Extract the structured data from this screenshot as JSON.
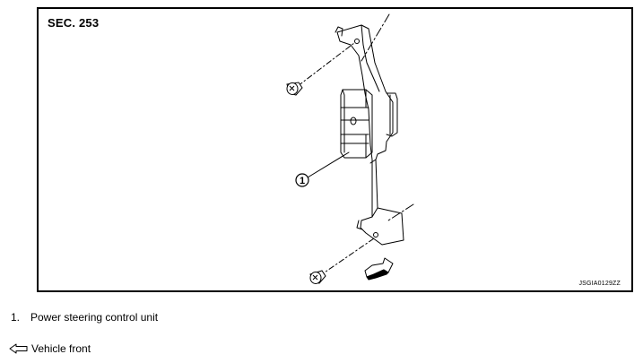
{
  "figure": {
    "section_label": "SEC. 253",
    "figure_code": "JSGIA0129ZZ",
    "callouts": [
      {
        "number": "1"
      }
    ]
  },
  "legend": {
    "items": [
      {
        "number": "1.",
        "text": "Power steering control unit"
      }
    ],
    "vehicle_front": {
      "icon": "front-arrow-icon",
      "text": "Vehicle front"
    }
  }
}
